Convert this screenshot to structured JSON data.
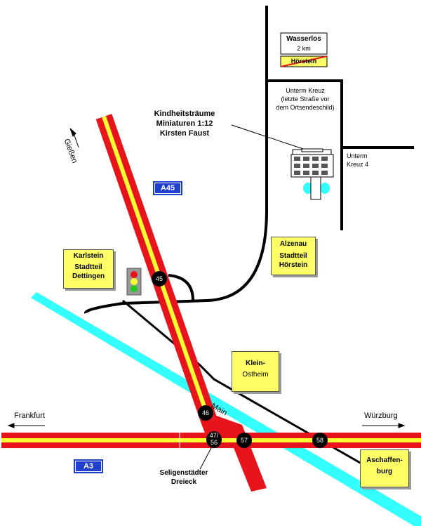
{
  "highways": {
    "a45_label": "A45",
    "a3_label": "A3"
  },
  "directions": {
    "giessen": "Gießen",
    "frankfurt": "Frankfurt",
    "wuerzburg": "Würzburg"
  },
  "river": {
    "label": "Main"
  },
  "sign": {
    "place": "Wasserlos",
    "distance": "2 km",
    "struck_place": "Hörstein"
  },
  "street_notes": {
    "unterm_kreuz_note_line1": "Unterm Kreuz",
    "unterm_kreuz_note_line2": "(letzte Straße vor",
    "unterm_kreuz_note_line3": "dem Ortsendeschild)",
    "address_line1": "Unterm",
    "address_line2": "Kreuz 4"
  },
  "destination": {
    "line1": "Kindheitsträume",
    "line2": "Miniaturen 1:12",
    "line3": "Kirsten Faust"
  },
  "places": {
    "karlstein_line1": "Karlstein",
    "karlstein_line2": "Stadtteil",
    "karlstein_line3": "Dettingen",
    "alzenau_line1": "Alzenau",
    "alzenau_line2": "Stadtteil",
    "alzenau_line3": "Hörstein",
    "klein_line1": "Klein-",
    "klein_line2": "Ostheim",
    "aschaffen_line1": "Aschaffen-",
    "aschaffen_line2": "burg"
  },
  "exits": {
    "e45": "45",
    "e46": "46",
    "e47_top": "47/",
    "e47_bottom": "56",
    "e57": "57",
    "e58": "58"
  },
  "interchange": {
    "line1": "Seligenstädter",
    "line2": "Dreieck"
  },
  "colors": {
    "highway_outer": "#e8141c",
    "highway_inner": "#ffff33",
    "river": "#33ffff",
    "sign_box": "#ffff66",
    "highway_badge": "#1f3fcc"
  }
}
